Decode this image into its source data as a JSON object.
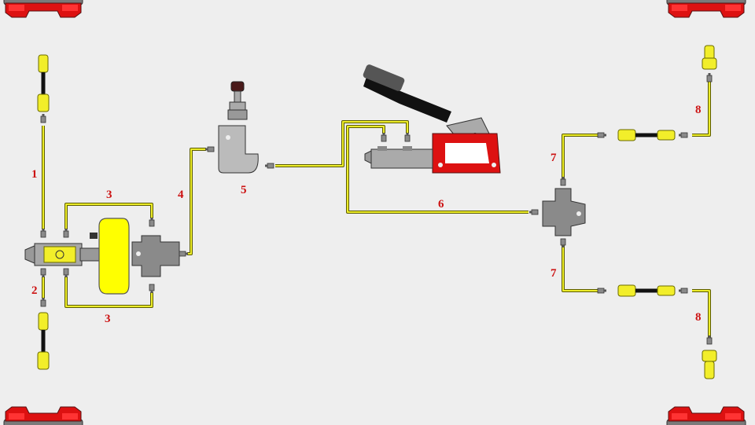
{
  "diagram": {
    "colors": {
      "background": "#eeeeee",
      "pipe": "#ecec2a",
      "label": "#cc1111",
      "caliper": "#dd1111",
      "body": "#aaaaaa"
    },
    "line_labels": {
      "l1": "1",
      "l2": "2",
      "l3_top": "3",
      "l3_bottom": "3",
      "l4": "4",
      "l5": "5",
      "l6": "6",
      "l7_top": "7",
      "l7_bottom": "7",
      "l8_top": "8",
      "l8_bottom": "8"
    }
  }
}
